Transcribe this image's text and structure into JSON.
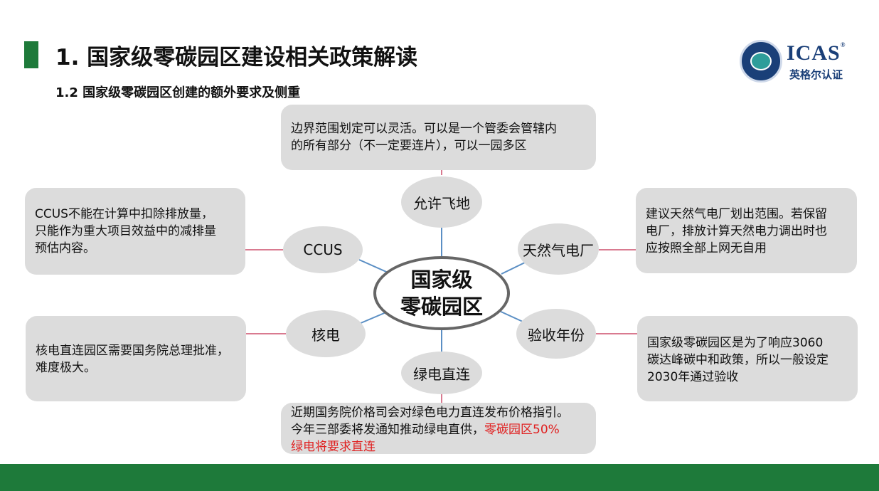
{
  "header": {
    "title": "1. 国家级零碳园区建设相关政策解读",
    "subtitle": "1.2 国家级零碳园区创建的额外要求及侧重"
  },
  "logo": {
    "name": "ICAS",
    "reg_mark": "®",
    "chinese_name": "英格尔认证",
    "colors": {
      "navy": "#1a3f78",
      "teal": "#2e9d9a"
    }
  },
  "diagram": {
    "center": {
      "line1": "国家级",
      "line2": "零碳园区"
    },
    "nodes": {
      "enclave": "允许飞地",
      "ccus": "CCUS",
      "gas_plant": "天然气电厂",
      "nuclear": "核电",
      "acceptance_year": "验收年份",
      "green_direct": "绿电直连"
    },
    "notes": {
      "enclave": [
        "边界范围划定可以灵活。可以是一个管委会管辖内",
        "的所有部分（不一定要连片），可以一园多区"
      ],
      "ccus": [
        "CCUS不能在计算中扣除排放量，",
        "只能作为重大项目效益中的减排量",
        "预估内容。"
      ],
      "gas_plant": [
        "建议天然气电厂划出范围。若保留",
        "电厂，排放计算天然电力调出时也",
        "应按照全部上网无自用"
      ],
      "nuclear": [
        "核电直连园区需要国务院总理批准，",
        "难度极大。"
      ],
      "acceptance_year": [
        "国家级零碳园区是为了响应3060",
        "碳达峰碳中和政策，所以一般设定",
        "2030年通过验收"
      ],
      "green_direct": {
        "line1": "近期国务院价格司会对绿色电力直连发布价格指引。",
        "line2_plain": "今年三部委将发通知推动绿电直供，",
        "line2_highlight": "零碳园区50%",
        "line3_highlight": "绿电将要求直连"
      }
    },
    "colors": {
      "connector_blue": "#5b8fc4",
      "connector_pink": "#d97a90",
      "highlight_red": "#e02020",
      "brand_green": "#1e7a3a"
    }
  }
}
